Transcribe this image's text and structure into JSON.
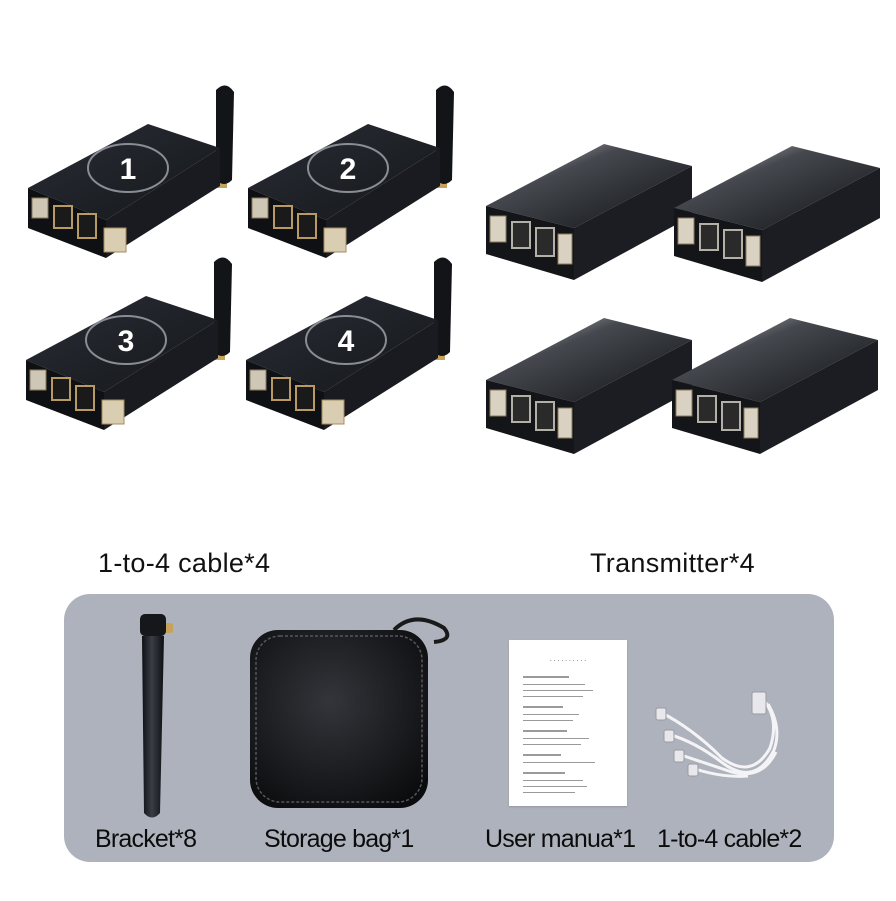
{
  "receivers": [
    {
      "number": "1"
    },
    {
      "number": "2"
    },
    {
      "number": "3"
    },
    {
      "number": "4"
    }
  ],
  "captions": {
    "left": "1-to-4 cable*4",
    "right": "Transmitter*4"
  },
  "accessories": [
    {
      "label": "Bracket*8",
      "icon": "antenna-icon"
    },
    {
      "label": "Storage bag*1",
      "icon": "storage-bag-icon"
    },
    {
      "label": "User manua*1",
      "icon": "manual-icon"
    },
    {
      "label": "1-to-4 cable*2",
      "icon": "cable-icon"
    }
  ],
  "colors": {
    "panel": "#aeb2bc",
    "device_body": "#1c1f24",
    "accent_gold": "#c7a25a"
  }
}
